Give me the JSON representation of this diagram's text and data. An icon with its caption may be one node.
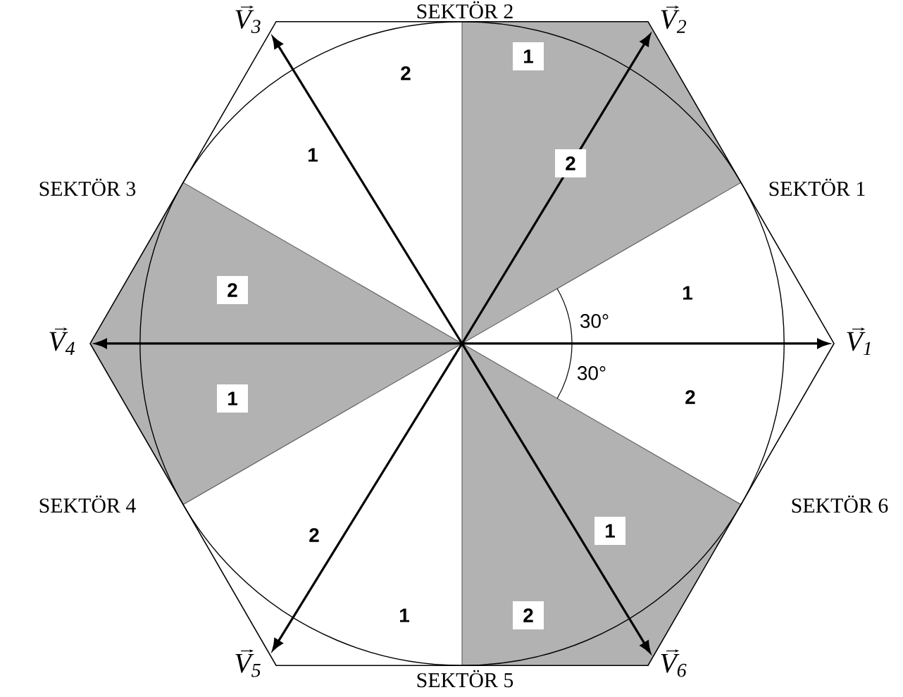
{
  "diagram": {
    "nodes": [
      {
        "text": [
          "V$_{1}$"
        ]
      },
      {
        "text": [
          "V$_{2}$"
        ]
      },
      {
        "text": [
          "V$_{3}$"
        ]
      },
      {
        "text": [
          "V$_{4}$"
        ]
      },
      {
        "text": [
          "V$_{5}$"
        ]
      },
      {
        "text": [
          "V$_{6}$"
        ]
      },
      {
        "text": [],
        "shape": "circle"
      }
    ],
    "edges": [
      {
        "from": 6,
        "to": 0,
        "arrow": "to"
      },
      {
        "from": 6,
        "to": 1,
        "arrow": "to"
      },
      {
        "from": 6,
        "to": 2,
        "arrow": "to"
      },
      {
        "from": 6,
        "to": 3,
        "arrow": "to"
      },
      {
        "from": 6,
        "to": 4,
        "arrow": "to"
      },
      {
        "from": 6,
        "to": 5,
        "arrow": "to"
      }
    ],
    "labels": [
      "SEKTÖR 2",
      "1",
      "2",
      "1",
      "SEKTÖR 3",
      "SEKTÖR 1",
      "2",
      "2",
      "1",
      "30°",
      "30°",
      "1",
      "2",
      "SEKTÖR 4",
      "SEKTÖR 6",
      "2",
      "1",
      "1",
      "2",
      "SEKTÖR 5"
    ]
  }
}
